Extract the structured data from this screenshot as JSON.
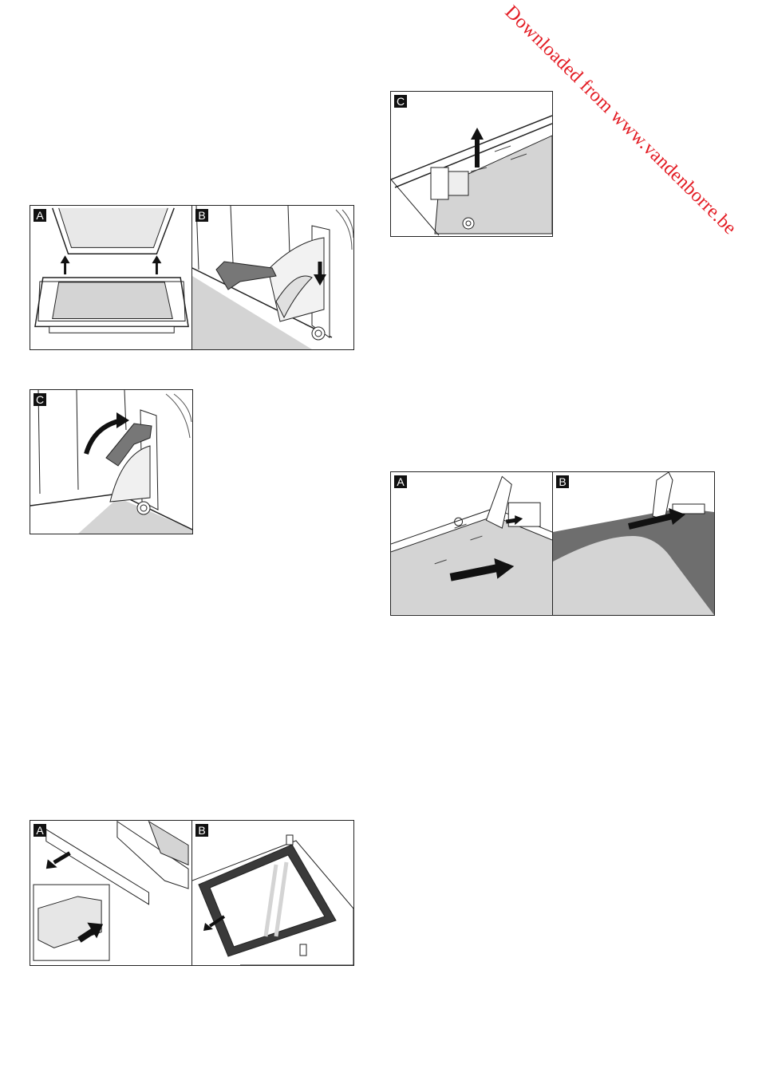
{
  "watermark": "Downloaded from www.vandenborre.be",
  "figures": {
    "fig1": {
      "panels": [
        {
          "label": "A"
        },
        {
          "label": "B"
        }
      ]
    },
    "fig2": {
      "panels": [
        {
          "label": "C"
        }
      ]
    },
    "fig3": {
      "panels": [
        {
          "label": "A"
        },
        {
          "label": "B"
        }
      ]
    },
    "fig4": {
      "panels": [
        {
          "label": "C"
        }
      ]
    },
    "fig5": {
      "panels": [
        {
          "label": "A"
        },
        {
          "label": "B"
        }
      ]
    }
  },
  "colors": {
    "watermark": "#e31b23",
    "fill_light": "#d9d9d9",
    "fill_dark": "#6e6e6e"
  }
}
